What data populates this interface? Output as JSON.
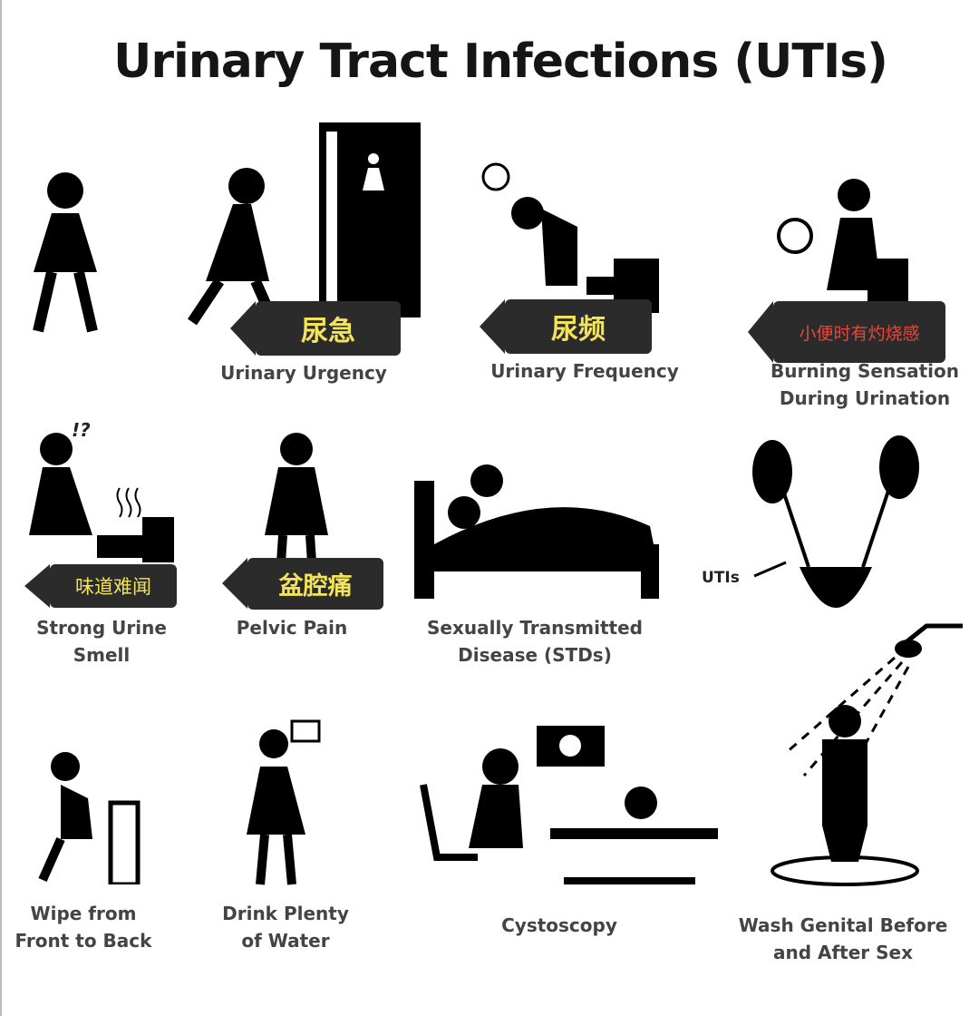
{
  "title": "Urinary Tract Infections (UTIs)",
  "items": [
    {
      "label_lines": [
        "Urinary Urgency"
      ],
      "tag": "尿急"
    },
    {
      "label_lines": [
        "Urinary Frequency"
      ],
      "tag": "尿频"
    },
    {
      "label_lines": [
        "Burning Sensation",
        "During Urination"
      ],
      "tag": "小便时有灼烧感"
    },
    {
      "label_lines": [
        "Strong Urine",
        "Smell"
      ],
      "tag": "味道难闻"
    },
    {
      "label_lines": [
        "Pelvic Pain"
      ],
      "tag": "盆腔痛"
    },
    {
      "label_lines": [
        "Sexually Transmitted",
        "Disease (STDs)"
      ]
    },
    {
      "label_lines": [
        "UTIs"
      ]
    },
    {
      "label_lines": [
        "Wipe from",
        "Front to Back"
      ]
    },
    {
      "label_lines": [
        "Drink Plenty",
        "of Water"
      ]
    },
    {
      "label_lines": [
        "Cystoscopy"
      ]
    },
    {
      "label_lines": [
        "Wash Genital Before",
        "and After Sex"
      ]
    }
  ],
  "annotation": "!?",
  "colors": {
    "tag_bg": "#2b2b2b",
    "tag_yellow": "#f2e35a",
    "tag_red": "#e8473b",
    "text": "#444444"
  }
}
